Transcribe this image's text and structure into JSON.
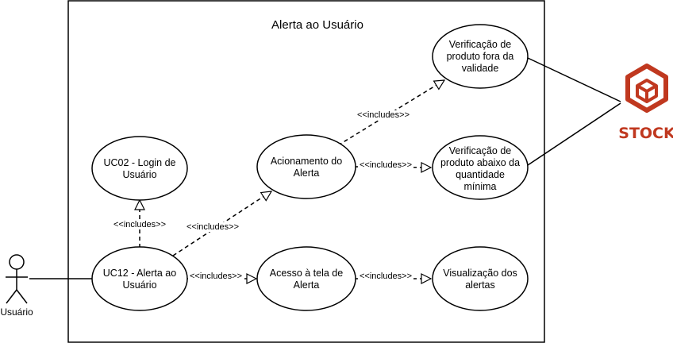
{
  "system": {
    "title": "Alerta ao Usuário"
  },
  "actors": {
    "user": {
      "label": "Usuário"
    }
  },
  "use_cases": {
    "uc02": [
      "UC02 - Login de",
      "Usuário"
    ],
    "uc12": [
      "UC12 - Alerta ao",
      "Usuário"
    ],
    "acionamento": [
      "Acionamento do",
      "Alerta"
    ],
    "acesso": [
      "Acesso à tela de",
      "Alerta"
    ],
    "visualizacao": [
      "Visualização dos",
      "alertas"
    ],
    "verif_validade": [
      "Verificação de",
      "produto fora da",
      "validade"
    ],
    "verif_minima": [
      "Verificação de",
      "produto abaixo da",
      "quantidade",
      "mínima"
    ]
  },
  "relations": {
    "uc12_uc02": "<<includes>>",
    "uc12_acionamento": "<<includes>>",
    "uc12_acesso": "<<includes>>",
    "acesso_visualizacao": "<<includes>>",
    "acionamento_validade": "<<includes>>",
    "acionamento_minima": "<<includes>>"
  },
  "external_system": {
    "name": "STOCK",
    "brand_color": "#c0381f",
    "icon": "stock-logo-icon"
  }
}
